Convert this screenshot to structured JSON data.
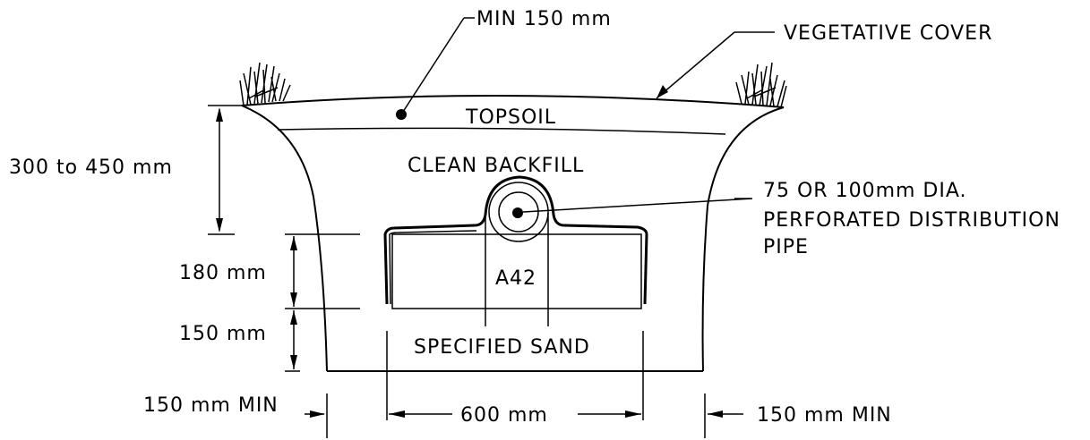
{
  "labels": {
    "min_cover": "MIN 150 mm",
    "vegetative_cover": "VEGETATIVE COVER",
    "topsoil": "TOPSOIL",
    "clean_backfill": "CLEAN BACKFILL",
    "pipe_line1": "75 OR 100mm DIA.",
    "pipe_line2": "PERFORATED DISTRIBUTION",
    "pipe_line3": "PIPE",
    "depth_cover": "300 to 450 mm",
    "chamber_height": "180 mm",
    "sand_depth": "150 mm",
    "chamber_model": "A42",
    "specified_sand": "SPECIFIED SAND",
    "side_min_left": "150 mm MIN",
    "chamber_width": "600 mm",
    "side_min_right": "150 mm MIN"
  },
  "colors": {
    "ink": "#000000",
    "background": "#ffffff"
  }
}
